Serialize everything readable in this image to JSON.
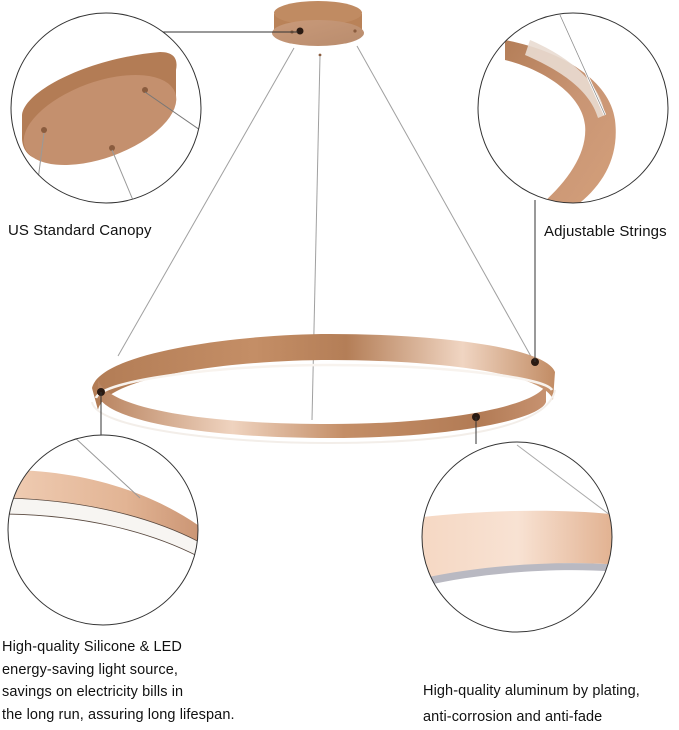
{
  "product": {
    "type": "LED ring pendant chandelier",
    "finish_color": "#c08a62",
    "finish_highlight": "#f2d3bc",
    "finish_shadow": "#9a6744"
  },
  "callouts": {
    "canopy": {
      "label": "US Standard Canopy"
    },
    "strings": {
      "label": "Adjustable Strings"
    },
    "silicone": {
      "lines": [
        "High-quality Silicone & LED",
        "energy-saving light source,",
        "savings on electricity bills in",
        "the long run, assuring long lifespan."
      ]
    },
    "aluminum": {
      "lines": [
        "High-quality aluminum by plating,",
        "anti-corrosion and anti-fade"
      ]
    }
  },
  "colors": {
    "callout_circle_stroke": "#333333",
    "wire": "#9a9a9a",
    "leader_line": "#333333",
    "connector_dot": "#2a1a12",
    "led_diffuser": "#f7f5f2"
  }
}
